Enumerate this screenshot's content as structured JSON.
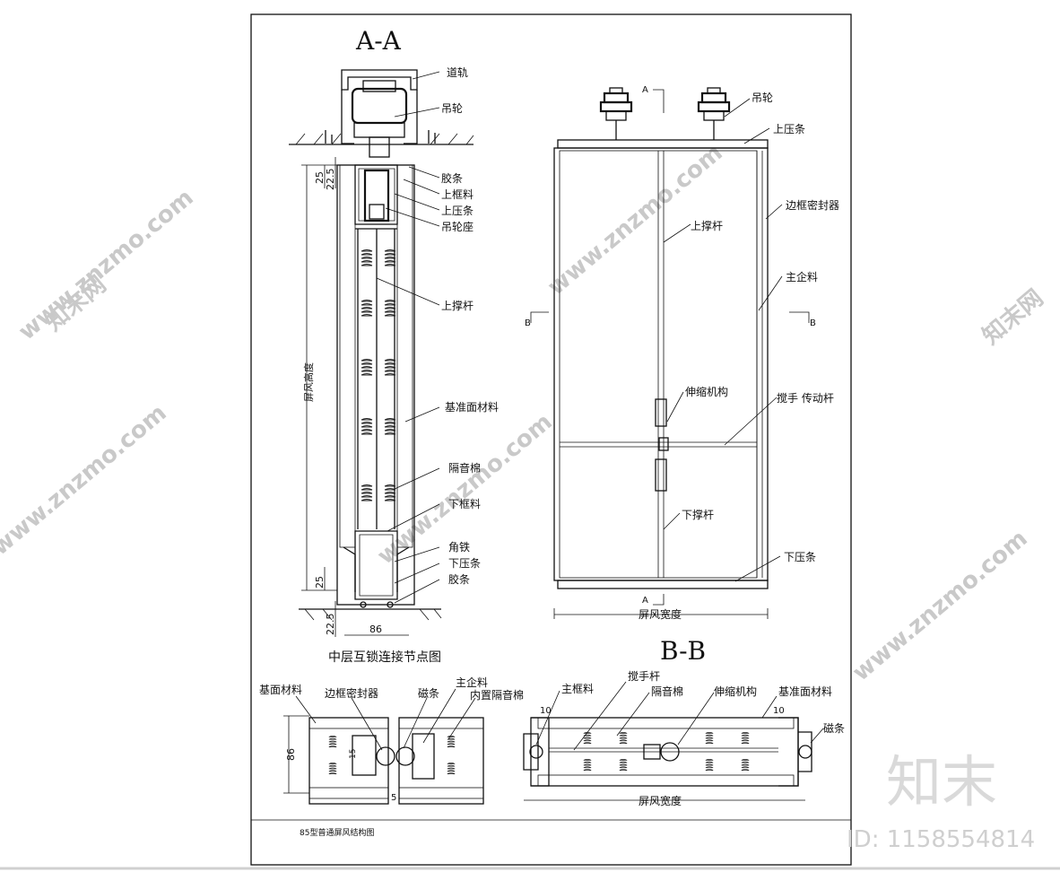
{
  "sheet": {
    "caption": "85型普通屏风结构图"
  },
  "section_aa": {
    "title": "A-A",
    "labels": [
      "道轨",
      "吊轮",
      "胶条",
      "上框料",
      "上压条",
      "吊轮座",
      "上撑杆",
      "基准面材料",
      "隔音棉",
      "下框料",
      "角铁",
      "下压条",
      "胶条"
    ],
    "dims": {
      "top_a": "25",
      "top_b": "22.5",
      "height": "屏风高度",
      "bottom_a": "25",
      "bottom_b": "22.5",
      "width": "86"
    },
    "subtitle": "中层互锁连接节点图"
  },
  "elevation": {
    "labels": {
      "wheel": "吊轮",
      "top_strip": "上压条",
      "edge_seal": "边框密封器",
      "main_profile": "主企料",
      "upper_strut": "上撑杆",
      "telescopic": "伸缩机构",
      "handle_rod": "搅手 传动杆",
      "lower_strut": "下撑杆",
      "bottom_strip": "下压条",
      "width_dim": "屏风宽度"
    },
    "section_marks": {
      "a": "A",
      "b": "B"
    }
  },
  "section_bb": {
    "title": "B-B",
    "labels": [
      "主框料",
      "搅手杆",
      "隔音棉",
      "伸缩机构",
      "基准面材料",
      "磁条"
    ],
    "dims": {
      "left": "10",
      "right": "10",
      "width": "屏风宽度"
    }
  },
  "detail_interlock": {
    "labels": [
      "基面材料",
      "边框密封器",
      "磁条",
      "主企料",
      "内置隔音棉"
    ],
    "dims": {
      "height": "86",
      "gap": "15",
      "offset": "5"
    }
  },
  "watermark": {
    "text": "www.znzmo.com",
    "logo": "知末网",
    "brand_cn": "知末",
    "id": "ID: 1158554814"
  },
  "colors": {
    "line": "#111111",
    "watermark": "#c9c9c9",
    "paper": "#ffffff"
  }
}
